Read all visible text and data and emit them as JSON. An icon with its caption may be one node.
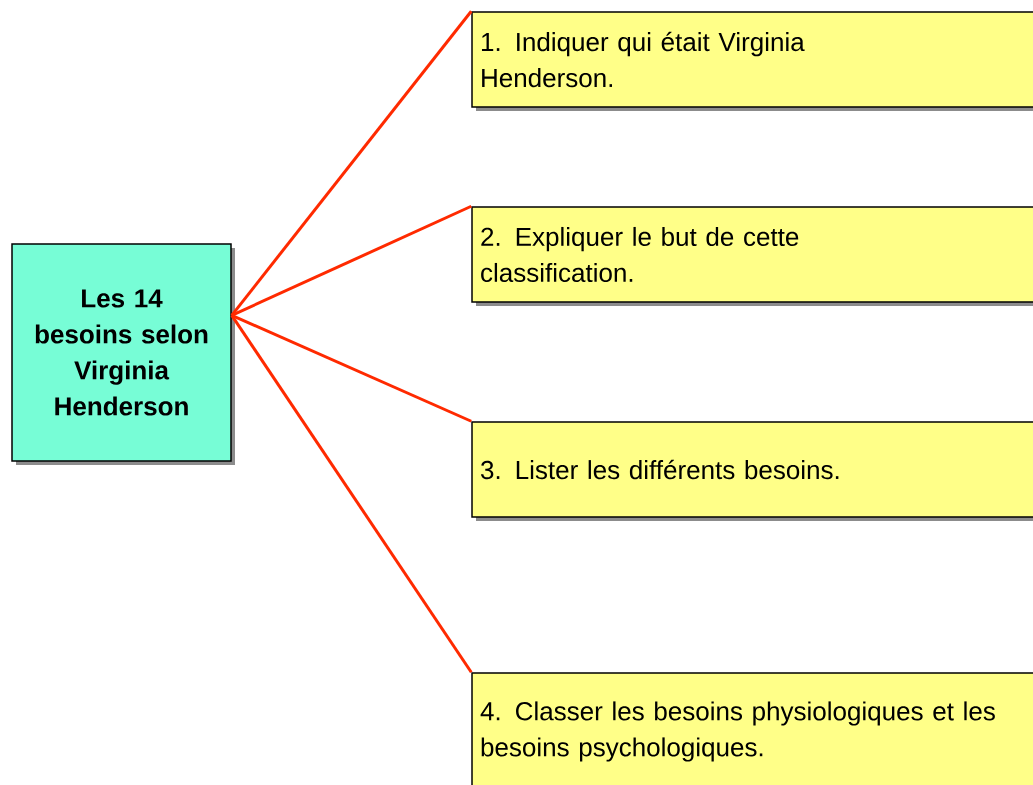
{
  "diagram": {
    "nodes": [
      {
        "text": [
          "Les 14 besoins selon Virginia Henderson"
        ]
      },
      {
        "text": [
          "1. Indiquer qui était Virginia Henderson."
        ]
      },
      {
        "text": [
          "2. Expliquer le but de cette classification."
        ]
      },
      {
        "text": [
          "3. Lister les différents besoins."
        ]
      },
      {
        "text": [
          "4. Classer les besoins physiologiques et les besoins psychologiques."
        ]
      }
    ],
    "edges": [
      {
        "from": 0,
        "to": 1,
        "arrow": "none"
      },
      {
        "from": 0,
        "to": 2,
        "arrow": "none"
      },
      {
        "from": 0,
        "to": 3,
        "arrow": "none"
      },
      {
        "from": 0,
        "to": 4,
        "arrow": "none"
      }
    ]
  }
}
